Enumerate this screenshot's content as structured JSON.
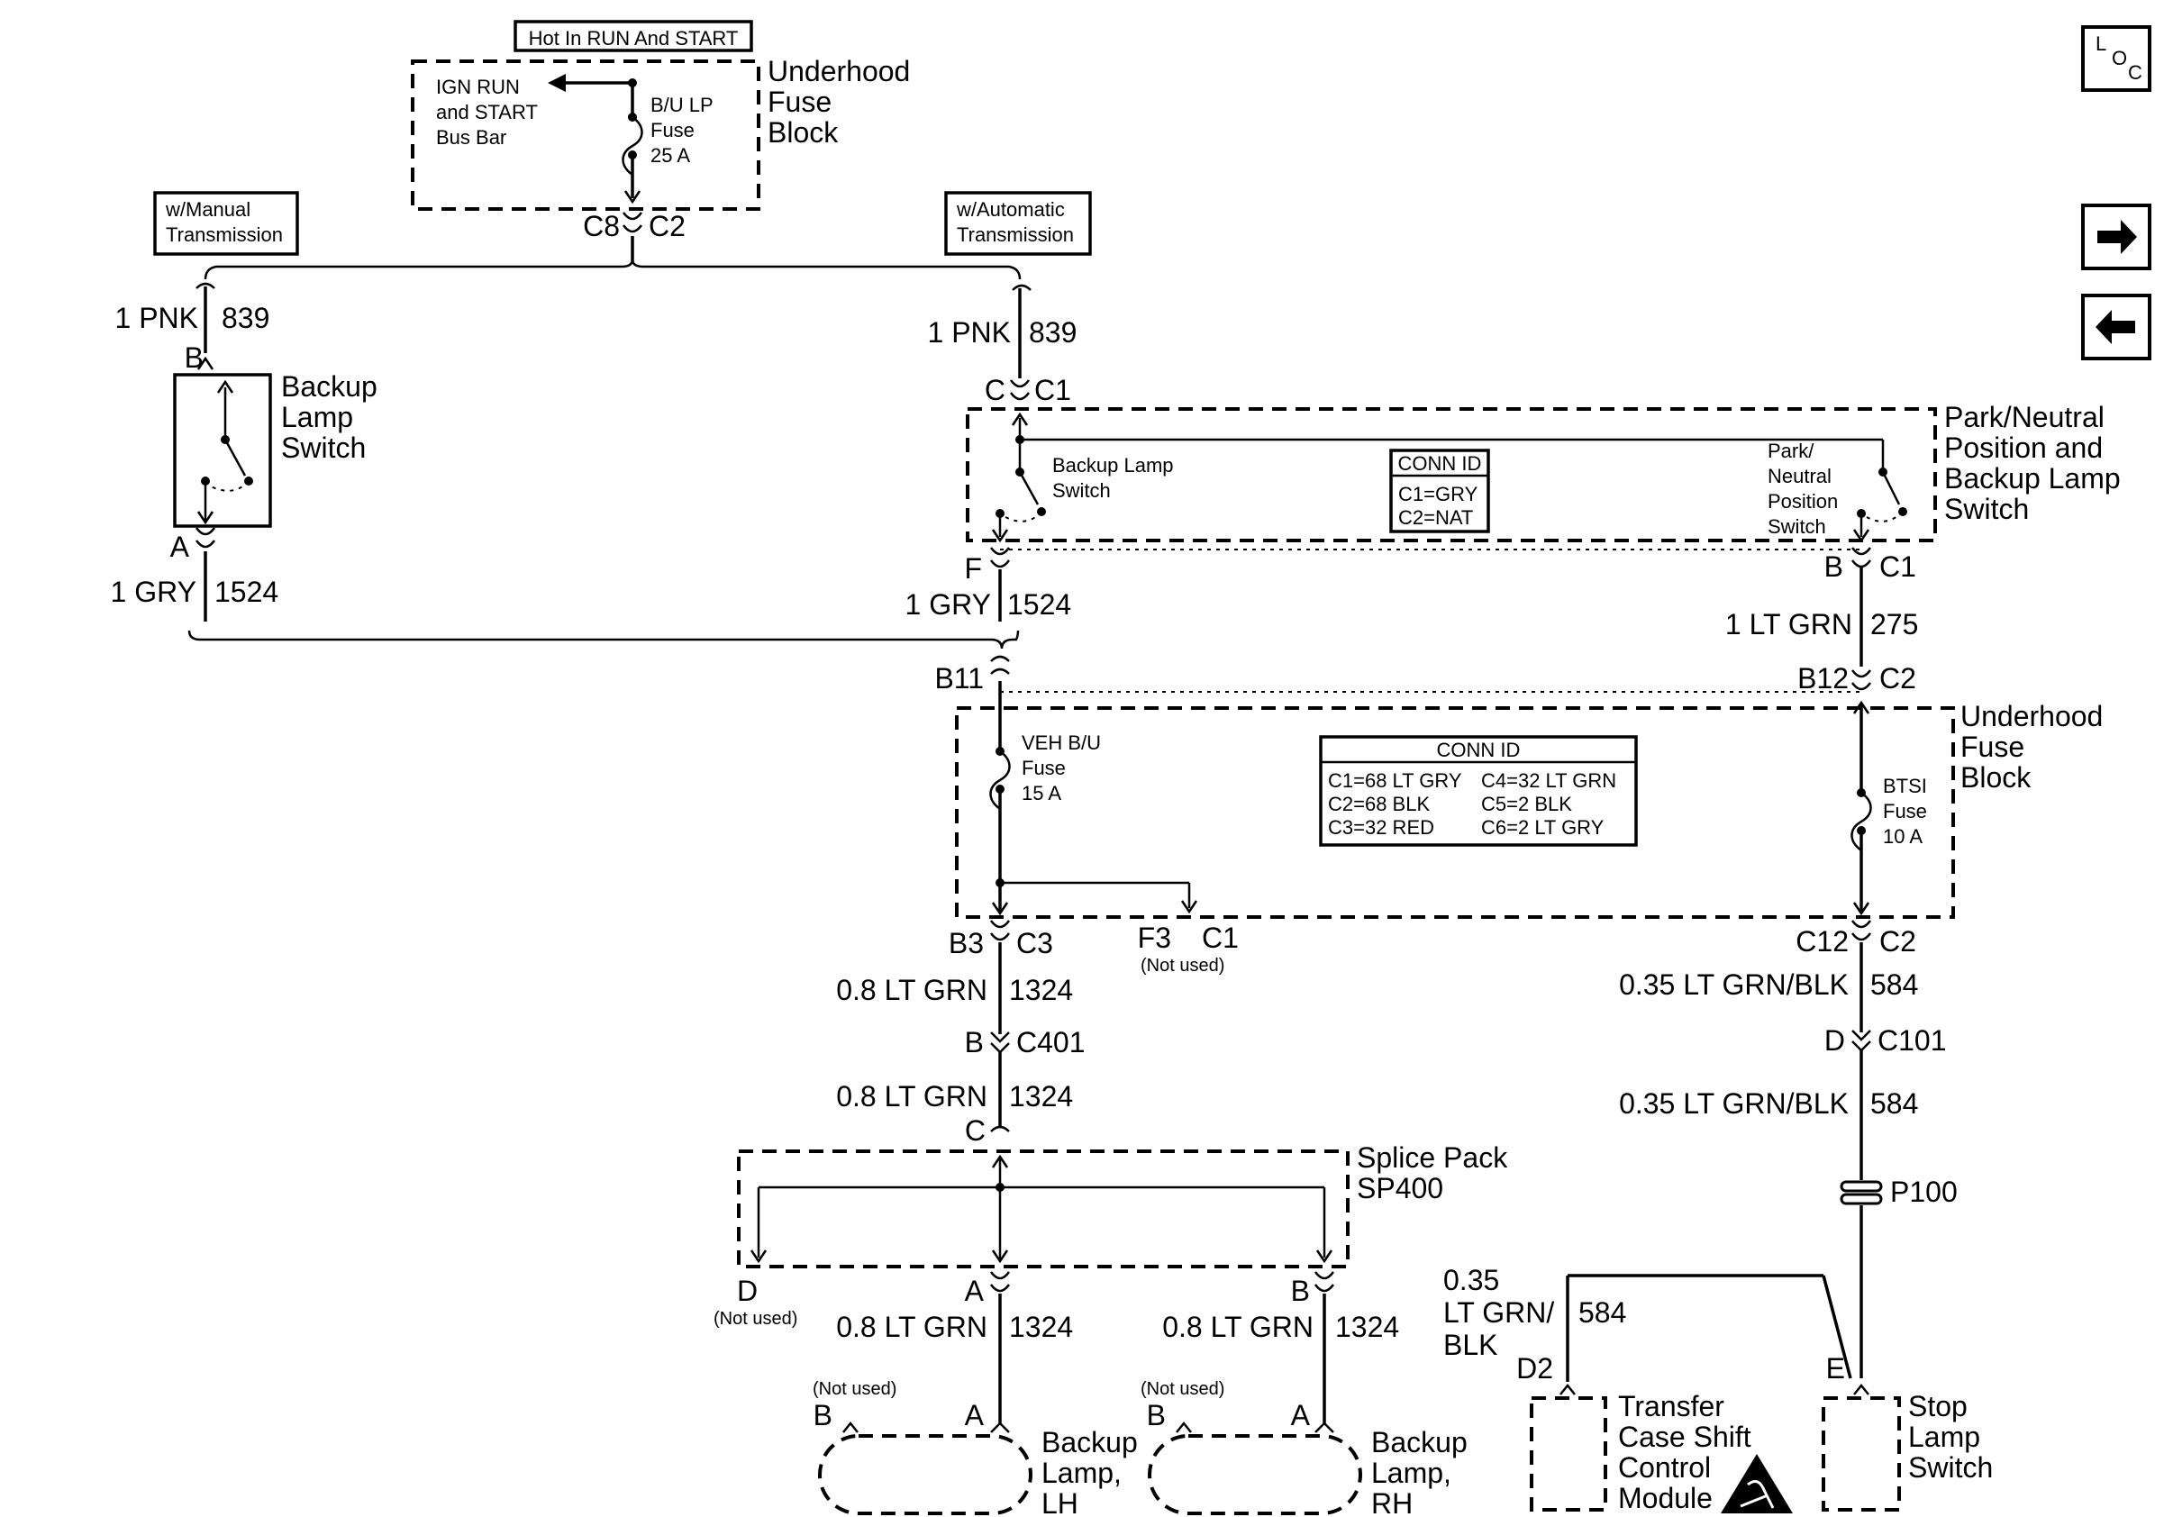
{
  "top": {
    "hot_label": "Hot In RUN And START",
    "bus_bar": [
      "IGN RUN",
      "and START",
      "Bus Bar"
    ],
    "fuse": [
      "B/U LP",
      "Fuse",
      "25 A"
    ],
    "block_title": [
      "Underhood",
      "Fuse",
      "Block"
    ],
    "conn_left": "C8",
    "conn_right": "C2"
  },
  "options": {
    "manual": [
      "w/Manual",
      "Transmission"
    ],
    "automatic": [
      "w/Automatic",
      "Transmission"
    ]
  },
  "manual_branch": {
    "wire_top_gauge": "1 PNK",
    "wire_top_circuit": "839",
    "pin_top": "B",
    "switch_title": [
      "Backup",
      "Lamp",
      "Switch"
    ],
    "pin_bottom": "A",
    "wire_bottom_gauge": "1 GRY",
    "wire_bottom_circuit": "1524"
  },
  "auto_branch": {
    "wire_top_gauge": "1 PNK",
    "wire_top_circuit": "839",
    "pin_top": "C",
    "conn_top": "C1",
    "inner_switch": [
      "Backup Lamp",
      "Switch"
    ],
    "conn_id_title": "CONN ID",
    "conn_id_rows": [
      "C1=GRY",
      "C2=NAT"
    ],
    "pn_switch": [
      "Park/",
      "Neutral",
      "Position",
      "Switch"
    ],
    "assembly_title": [
      "Park/Neutral",
      "Position and",
      "Backup Lamp",
      "Switch"
    ],
    "pin_f": "F",
    "wire_bottom_gauge": "1 GRY",
    "wire_bottom_circuit": "1524",
    "pin_b": "B",
    "conn_b": "C1",
    "wire_right_gauge": "1 LT GRN",
    "wire_right_circuit": "275"
  },
  "fuse_block": {
    "pin_b11": "B11",
    "pin_b12": "B12",
    "conn_b12": "C2",
    "veh_fuse": [
      "VEH B/U",
      "Fuse",
      "15 A"
    ],
    "btsi_fuse": [
      "BTSI",
      "Fuse",
      "10 A"
    ],
    "title": [
      "Underhood",
      "Fuse",
      "Block"
    ],
    "conn_id_title": "CONN ID",
    "conn_id_rows": [
      [
        "C1=68 LT GRY",
        "C4=32 LT GRN"
      ],
      [
        "C2=68 BLK",
        "C5=2 BLK"
      ],
      [
        "C3=32 RED",
        "C6=2 LT GRY"
      ]
    ],
    "pin_b3": "B3",
    "conn_c3": "C3",
    "pin_f3": "F3",
    "conn_c1": "C1",
    "not_used": "(Not used)",
    "pin_c12": "C12",
    "conn_c2": "C2"
  },
  "left_run": {
    "wire1_gauge": "0.8 LT GRN",
    "wire1_circuit": "1324",
    "pin_b": "B",
    "conn_c401": "C401",
    "wire2_gauge": "0.8 LT GRN",
    "wire2_circuit": "1324",
    "pin_c": "C",
    "splice_title": [
      "Splice Pack",
      "SP400"
    ],
    "pin_d": "D",
    "not_used": "(Not used)",
    "pin_a": "A",
    "pin_b2": "B",
    "wire_lh_gauge": "0.8 LT GRN",
    "wire_lh_circuit": "1324",
    "wire_rh_gauge": "0.8 LT GRN",
    "wire_rh_circuit": "1324"
  },
  "lamps": {
    "lh_not_used": "(Not used)",
    "lh_pin_b": "B",
    "lh_pin_a": "A",
    "lh_title": [
      "Backup",
      "Lamp,",
      "LH"
    ],
    "rh_not_used": "(Not used)",
    "rh_pin_b": "B",
    "rh_pin_a": "A",
    "rh_title": [
      "Backup",
      "Lamp,",
      "RH"
    ]
  },
  "right_run": {
    "wire1_gauge": "0.35 LT GRN/BLK",
    "wire1_circuit": "584",
    "pin_d": "D",
    "conn_c101": "C101",
    "wire2_gauge": "0.35 LT GRN/BLK",
    "wire2_circuit": "584",
    "splice": "P100",
    "branch_gauge": [
      "0.35",
      "LT GRN/",
      "BLK"
    ],
    "branch_circuit": "584",
    "pin_d2": "D2",
    "pin_e": "E",
    "tccm_title": [
      "Transfer",
      "Case Shift",
      "Control",
      "Module"
    ],
    "stop_title": [
      "Stop",
      "Lamp",
      "Switch"
    ]
  },
  "nav": {
    "loc_letters": [
      "L",
      "O",
      "C"
    ],
    "next_icon": "arrow-right-icon",
    "prev_icon": "arrow-left-icon"
  }
}
